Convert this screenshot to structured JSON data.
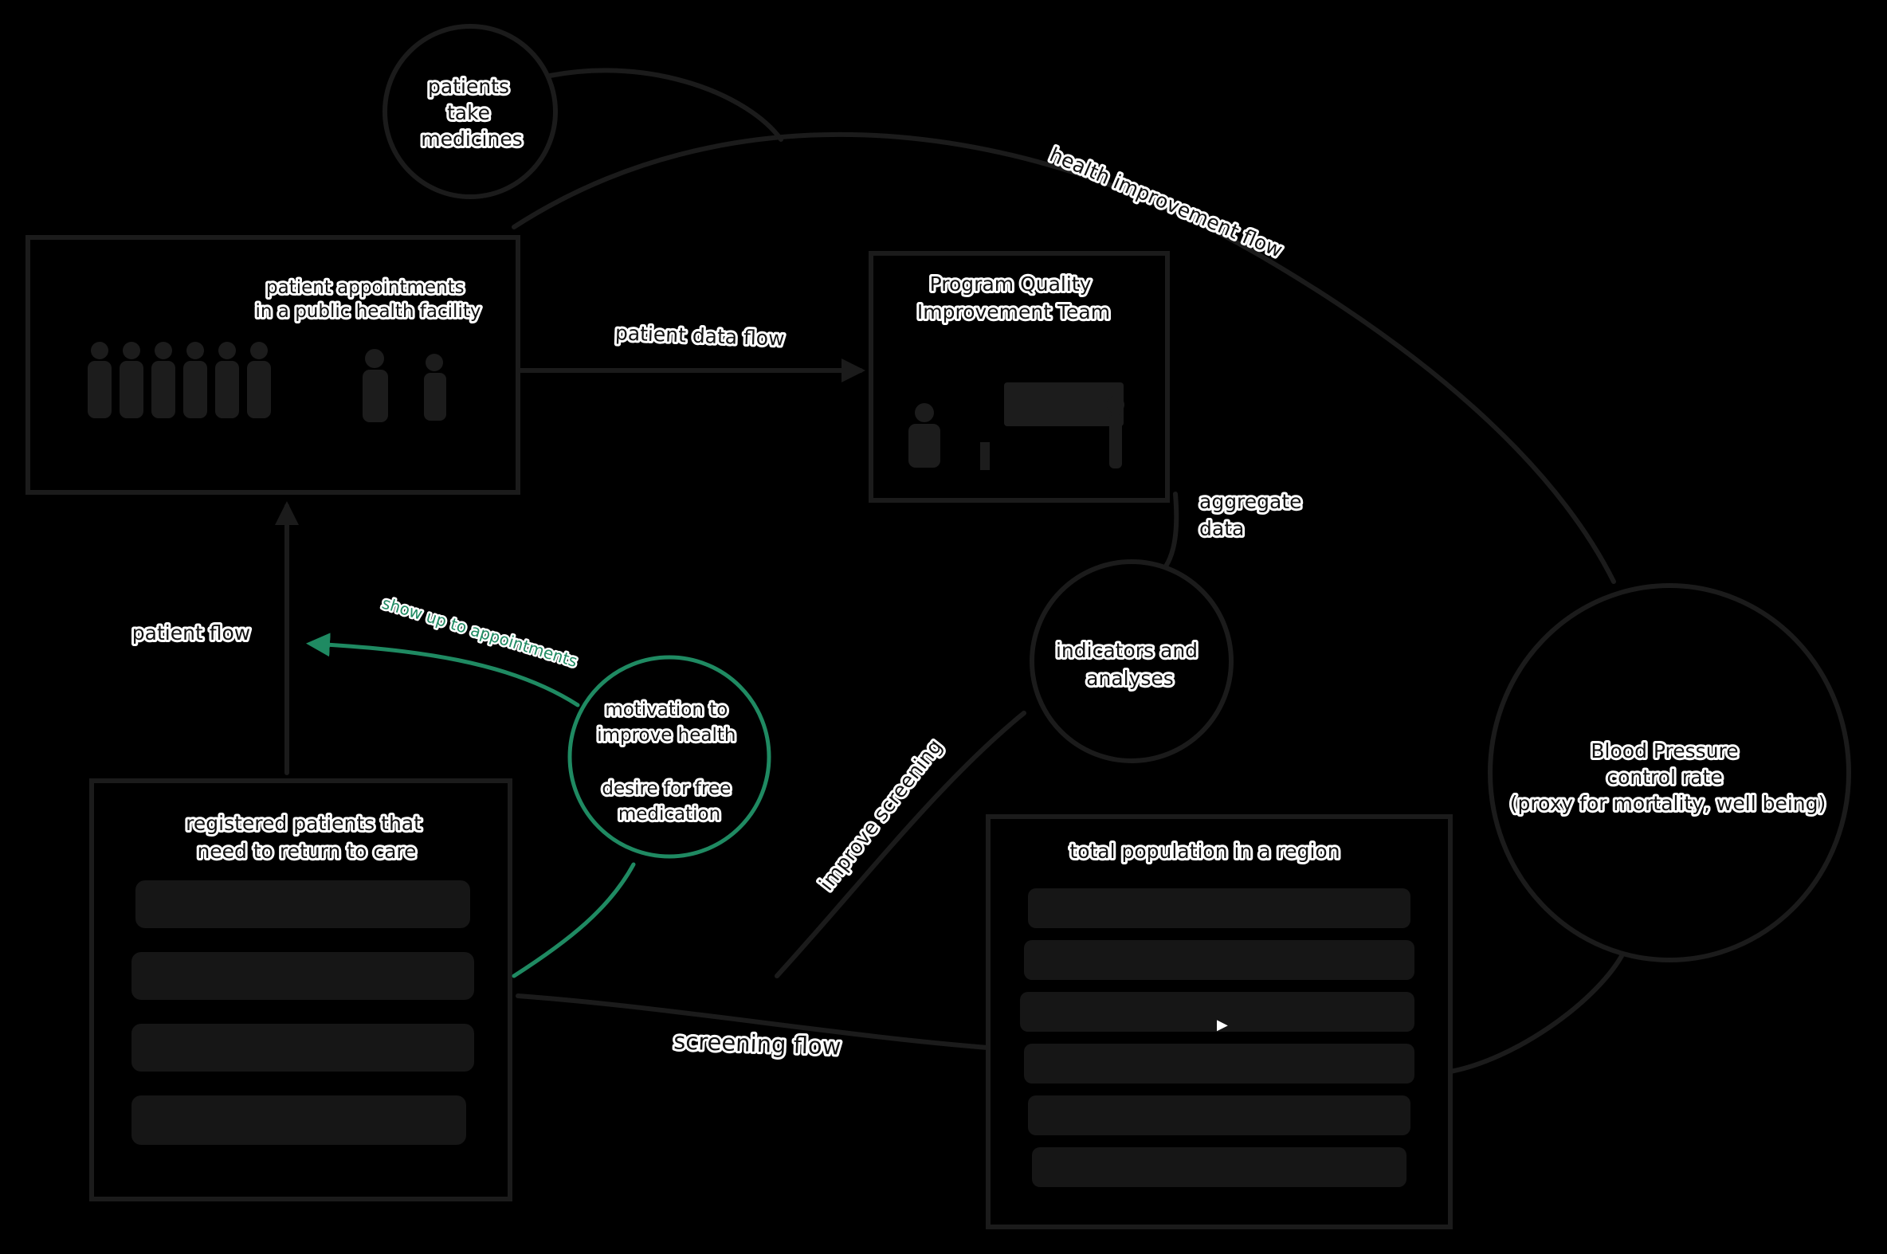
{
  "labels": {
    "patients_take_medicines": [
      "patients",
      "take",
      "medicines"
    ],
    "health_improvement_flow": "health improvement flow",
    "patient_appointments": [
      "patient appointments",
      "in a public health facility"
    ],
    "patient_data_flow": "patient data flow",
    "program_quality_team": [
      "Program Quality",
      "Improvement Team"
    ],
    "aggregate_data": [
      "aggregate",
      "data"
    ],
    "indicators_and_analyses": [
      "indicators and",
      "analyses"
    ],
    "blood_pressure": [
      "Blood Pressure",
      "control rate",
      "(proxy for mortality, well being)"
    ],
    "patient_flow": "patient flow",
    "show_up_to_appointments": "show up to appointments",
    "motivation": [
      "motivation to",
      "improve health",
      "",
      "desire for free",
      "medication"
    ],
    "registered_patients": [
      "registered patients that",
      "need to return to care"
    ],
    "improve_screening": "improve screening",
    "total_population": "total population in a region",
    "screening_flow": "screening flow"
  },
  "colors": {
    "background": "#000000",
    "outline": "#1b1b1b",
    "accent": "#1f8a62",
    "label_text": "#111111",
    "label_halo": "#ffffff"
  }
}
